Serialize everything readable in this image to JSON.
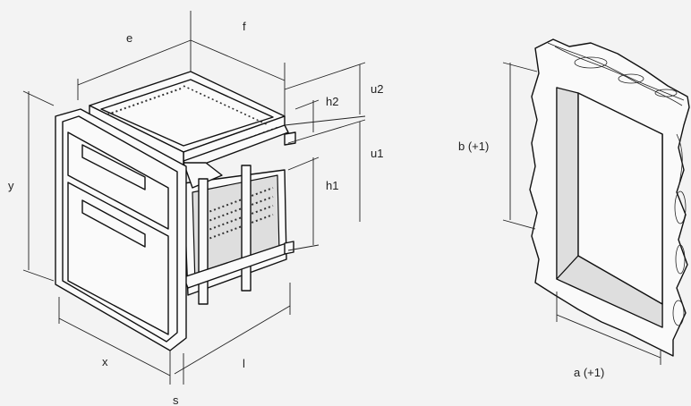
{
  "labels": {
    "e": "e",
    "f": "f",
    "u2": "u2",
    "h2": "h2",
    "u1": "u1",
    "h1": "h1",
    "y": "y",
    "x": "x",
    "l": "l",
    "s": "s",
    "b": "b (+1)",
    "a": "a (+1)"
  }
}
